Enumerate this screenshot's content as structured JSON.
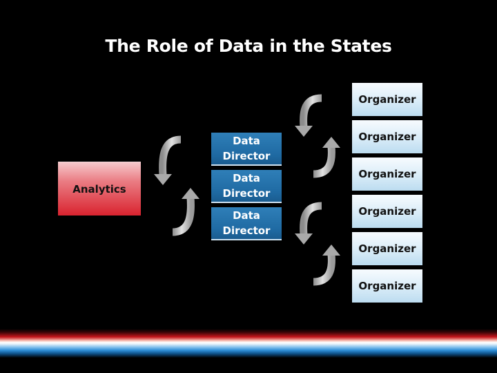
{
  "slide": {
    "title": "The Role of Data in the States"
  },
  "diagram": {
    "analytics": {
      "label": "Analytics",
      "color": "#d9232f"
    },
    "data_directors": [
      {
        "label_line1": "Data",
        "label_line2": "Director"
      },
      {
        "label_line1": "Data",
        "label_line2": "Director"
      },
      {
        "label_line1": "Data",
        "label_line2": "Director"
      }
    ],
    "organizers": [
      {
        "label": "Organizer"
      },
      {
        "label": "Organizer"
      },
      {
        "label": "Organizer"
      },
      {
        "label": "Organizer"
      },
      {
        "label": "Organizer"
      },
      {
        "label": "Organizer"
      }
    ],
    "cycle_icons": [
      "cycle-arrows-icon",
      "cycle-arrows-icon",
      "cycle-arrows-icon"
    ],
    "colors": {
      "director": "#1f6aa3",
      "organizer": "#d9ecf8",
      "cycle": "#b8b8b8"
    }
  }
}
